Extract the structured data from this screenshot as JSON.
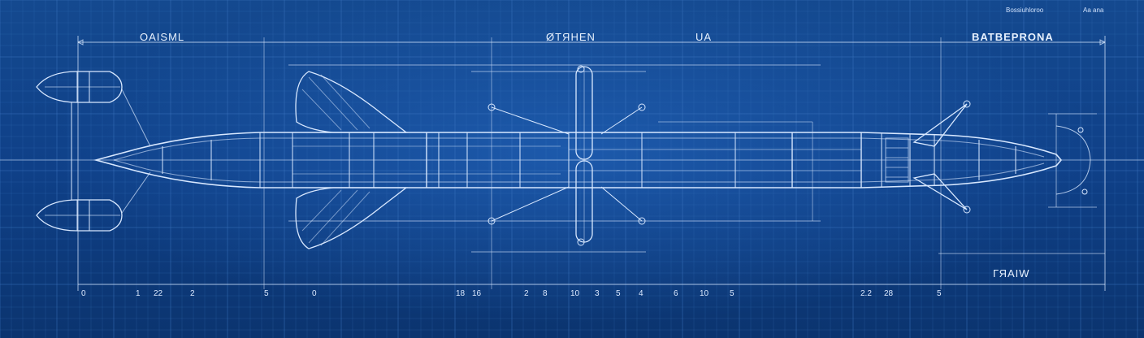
{
  "header": {
    "title_block": "Bossiuhloroo",
    "title_block_right": "Aa ana"
  },
  "labels": {
    "top_left": "OAISML",
    "top_mid": "ØTЯHEN",
    "top_mid_right": "UA",
    "top_right": "BATBEPRONA",
    "bottom_right": "ГЯAIW"
  },
  "bottom_scale": [
    "0",
    "1",
    "22",
    "2",
    "5",
    "0",
    "18",
    "16",
    "2",
    "8",
    "10",
    "3",
    "5",
    "4",
    "6",
    "10",
    "5",
    "2.2",
    "28",
    "5"
  ],
  "colors": {
    "paper": "#0f4088",
    "line": "#d8e8ff",
    "grid": "#3f78c4"
  }
}
